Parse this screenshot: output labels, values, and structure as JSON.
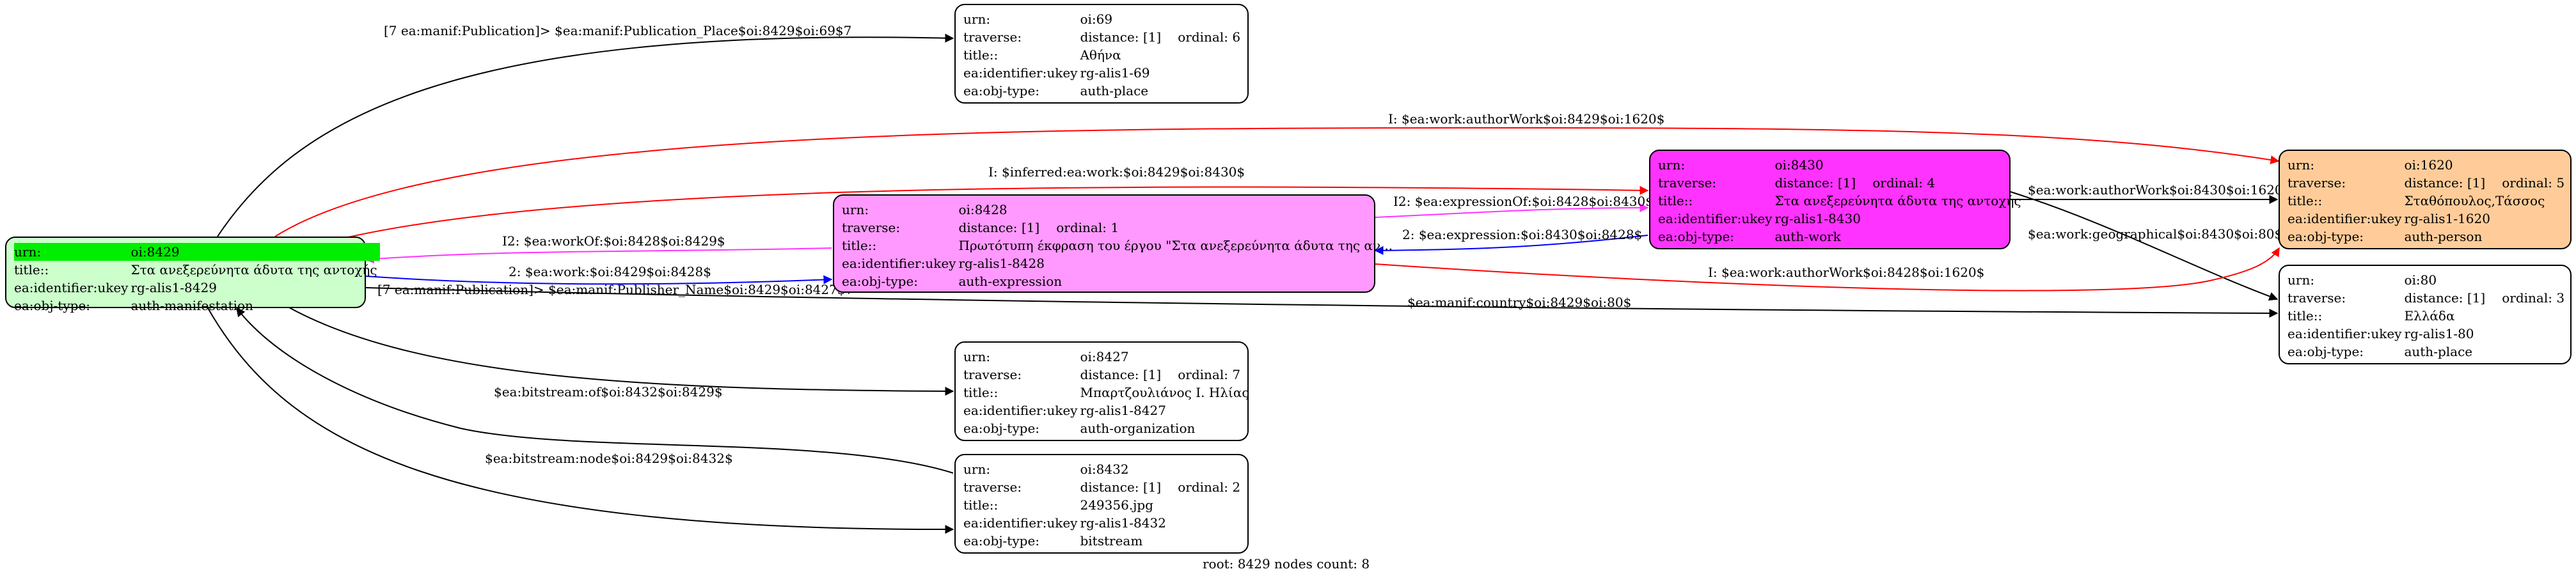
{
  "footer": "root: 8429 nodes count: 8",
  "colors": {
    "root_node": "#ccffcc",
    "root_highlight": "#00ee00",
    "work_node": "#ff33ff",
    "expression_node": "#ff99ff",
    "person_node": "#ffcc99",
    "default_node": "#ffffff",
    "edge_black": "#000000",
    "edge_red": "#ff0000",
    "edge_magenta": "#ff33ff",
    "edge_blue": "#0000ff"
  },
  "labels": {
    "urn": "urn:",
    "traverse": "traverse:",
    "title": "title::",
    "identifier": "ea:identifier:ukey",
    "objtype": "ea:obj-type:"
  },
  "nodes": {
    "n8429": {
      "urn": "oi:8429",
      "title": "Στα ανεξερεύνητα άδυτα της αντοχής",
      "identifier": "rg-alis1-8429",
      "objtype": "auth-manifestation"
    },
    "n69": {
      "urn": "oi:69",
      "distance": "distance: [1]",
      "ordinal": "ordinal: 6",
      "title": "Αθήνα",
      "identifier": "rg-alis1-69",
      "objtype": "auth-place"
    },
    "n8430": {
      "urn": "oi:8430",
      "distance": "distance: [1]",
      "ordinal": "ordinal: 4",
      "title": "Στα ανεξερεύνητα άδυτα της αντοχής",
      "identifier": "rg-alis1-8430",
      "objtype": "auth-work"
    },
    "n8428": {
      "urn": "oi:8428",
      "distance": "distance: [1]",
      "ordinal": "ordinal: 1",
      "title": "Πρωτότυπη έκφραση του έργου \"Στα ανεξερεύνητα άδυτα της αν...",
      "identifier": "rg-alis1-8428",
      "objtype": "auth-expression"
    },
    "n1620": {
      "urn": "oi:1620",
      "distance": "distance: [1]",
      "ordinal": "ordinal: 5",
      "title": "Σταθόπουλος,Τάσσος",
      "identifier": "rg-alis1-1620",
      "objtype": "auth-person"
    },
    "n80": {
      "urn": "oi:80",
      "distance": "distance: [1]",
      "ordinal": "ordinal: 3",
      "title": "Ελλάδα",
      "identifier": "rg-alis1-80",
      "objtype": "auth-place"
    },
    "n8427": {
      "urn": "oi:8427",
      "distance": "distance: [1]",
      "ordinal": "ordinal: 7",
      "title": "Μπαρτζουλιάνος Ι. Ηλίας",
      "identifier": "rg-alis1-8427",
      "objtype": "auth-organization"
    },
    "n8432": {
      "urn": "oi:8432",
      "distance": "distance: [1]",
      "ordinal": "ordinal: 2",
      "title": "249356.jpg",
      "identifier": "rg-alis1-8432",
      "objtype": "bitstream"
    }
  },
  "edges": [
    {
      "id": "e-publication-place",
      "label": "[7 ea:manif:Publication]> $ea:manif:Publication_Place$oi:8429$oi:69$7",
      "color": "edge_black"
    },
    {
      "id": "e-authorwork-inferred",
      "label": "I: $ea:work:authorWork$oi:8429$oi:1620$",
      "color": "edge_red"
    },
    {
      "id": "e-inferred-work",
      "label": "I: $inferred:ea:work:$oi:8429$oi:8430$",
      "color": "edge_red"
    },
    {
      "id": "e-expressionof",
      "label": "I2: $ea:expressionOf:$oi:8428$oi:8430$",
      "color": "edge_magenta"
    },
    {
      "id": "e-authorwork",
      "label": "$ea:work:authorWork$oi:8430$oi:1620$",
      "color": "edge_black"
    },
    {
      "id": "e-workof",
      "label": "I2: $ea:workOf:$oi:8428$oi:8429$",
      "color": "edge_magenta"
    },
    {
      "id": "e-expression",
      "label": "2: $ea:expression:$oi:8430$oi:8428$",
      "color": "edge_blue"
    },
    {
      "id": "e-work",
      "label": "2: $ea:work:$oi:8429$oi:8428$",
      "color": "edge_blue"
    },
    {
      "id": "e-geographical",
      "label": "$ea:work:geographical$oi:8430$oi:80$",
      "color": "edge_black"
    },
    {
      "id": "e-authorwork-expr",
      "label": "I: $ea:work:authorWork$oi:8428$oi:1620$",
      "color": "edge_red"
    },
    {
      "id": "e-country",
      "label": "$ea:manif:country$oi:8429$oi:80$",
      "color": "edge_black"
    },
    {
      "id": "e-publisher",
      "label": "[7 ea:manif:Publication]> $ea:manif:Publisher_Name$oi:8429$oi:8427$7",
      "color": "edge_black"
    },
    {
      "id": "e-bitstream-of",
      "label": "$ea:bitstream:of$oi:8432$oi:8429$",
      "color": "edge_black"
    },
    {
      "id": "e-bitstream-node",
      "label": "$ea:bitstream:node$oi:8429$oi:8432$",
      "color": "edge_black"
    }
  ]
}
